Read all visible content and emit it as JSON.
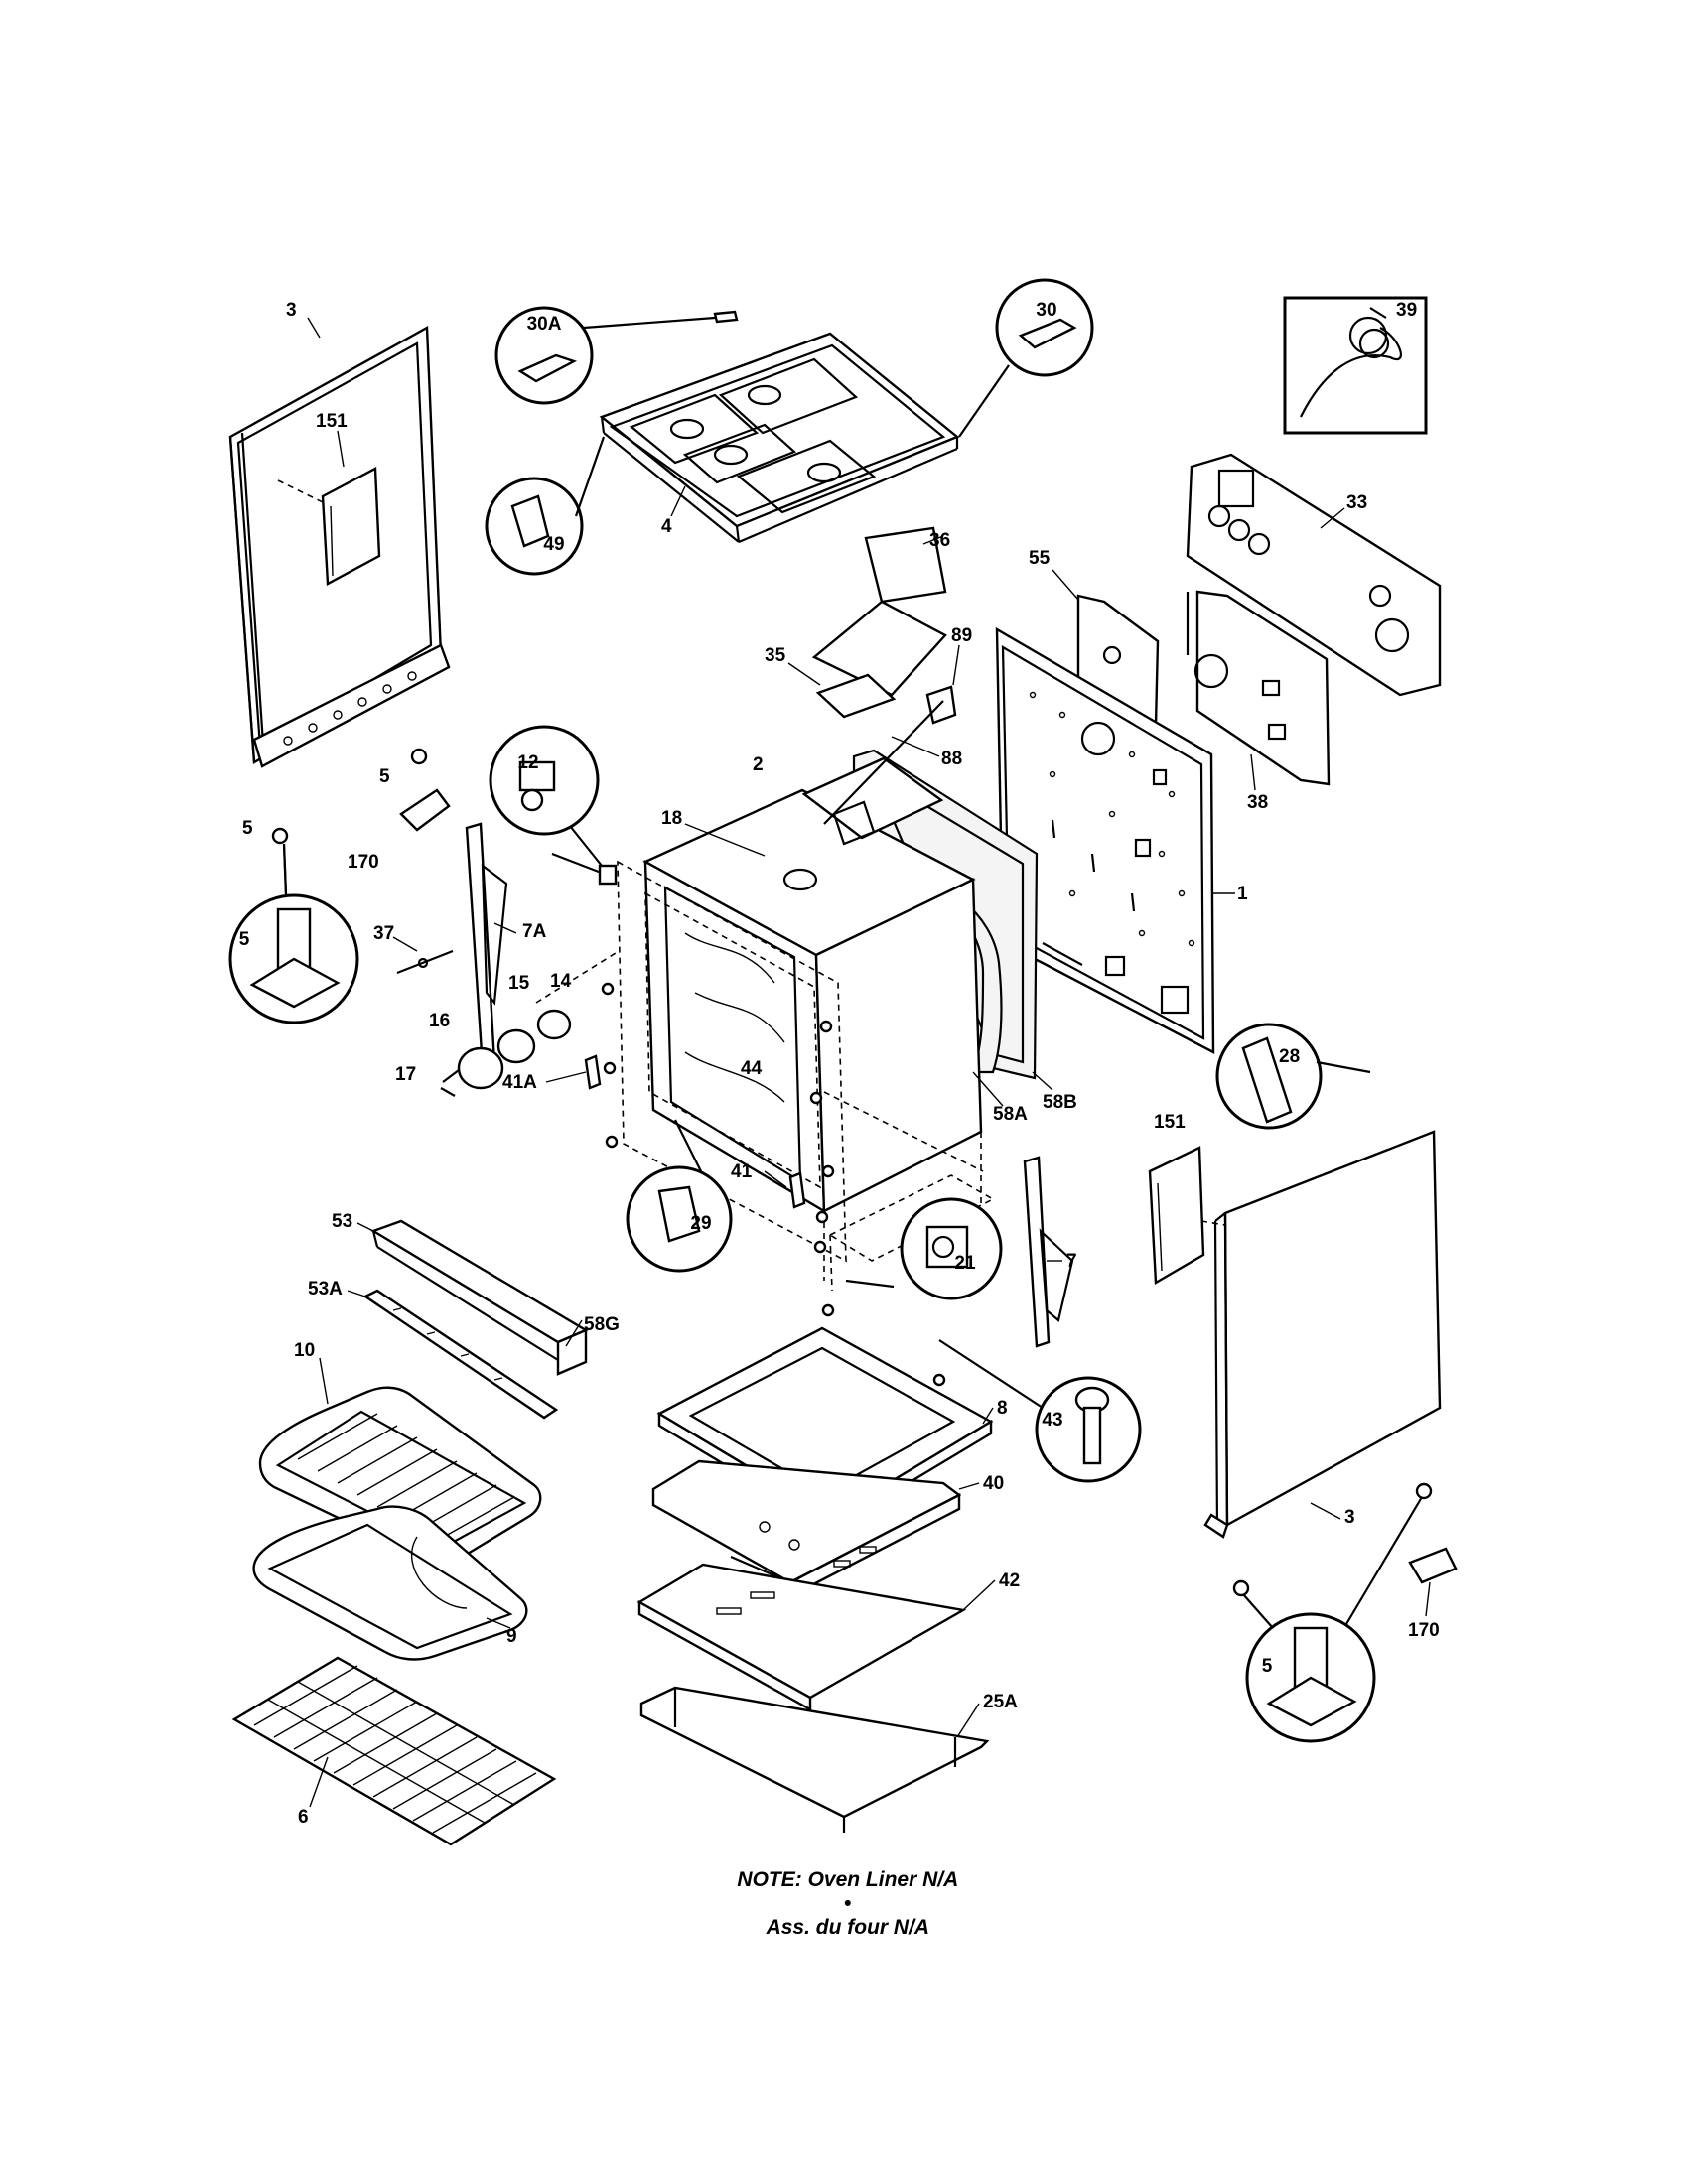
{
  "labels": {
    "p1": "1",
    "p2": "2",
    "p3_left": "3",
    "p3_right": "3",
    "p4": "4",
    "p5_a": "5",
    "p5_b": "5",
    "p5_callout_left": "5",
    "p5_callout_right": "5",
    "p6": "6",
    "p7": "7",
    "p7A": "7A",
    "p8": "8",
    "p9": "9",
    "p10": "10",
    "p12": "12",
    "p14": "14",
    "p15": "15",
    "p16": "16",
    "p17": "17",
    "p18": "18",
    "p21": "21",
    "p25A": "25A",
    "p28": "28",
    "p29": "29",
    "p30": "30",
    "p30A": "30A",
    "p33": "33",
    "p35": "35",
    "p36": "36",
    "p37": "37",
    "p38": "38",
    "p39": "39",
    "p40": "40",
    "p41": "41",
    "p41A": "41A",
    "p42": "42",
    "p43": "43",
    "p44": "44",
    "p49": "49",
    "p53": "53",
    "p53A": "53A",
    "p55": "55",
    "p58A": "58A",
    "p58B": "58B",
    "p58G": "58G",
    "p88": "88",
    "p89": "89",
    "p151_left": "151",
    "p151_right": "151",
    "p170_left": "170",
    "p170_right": "170"
  },
  "footnote": {
    "left": "NOTE: Oven Liner N/A",
    "separator": "•",
    "right": "Ass. du four N/A"
  }
}
